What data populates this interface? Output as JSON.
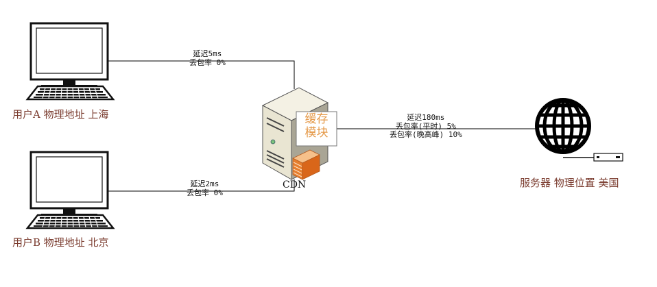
{
  "users": [
    {
      "caption": "用户A 物理地址 上海"
    },
    {
      "caption": "用户B 物理地址 北京"
    }
  ],
  "links": {
    "user_a": {
      "latency": "延迟5ms",
      "loss": "丢包率 0%"
    },
    "user_b": {
      "latency": "延迟2ms",
      "loss": "丢包率 0%"
    },
    "server": {
      "latency": "延迟180ms",
      "loss_normal": "丢包率(平时) 5%",
      "loss_peak": "丢包率(晚高峰) 10%"
    }
  },
  "cdn": {
    "cache_line1": "缓存",
    "cache_line2": "模块",
    "label": "CDN"
  },
  "server": {
    "caption": "服务器 物理位置 美国"
  },
  "colors": {
    "caption": "#7a3b2e",
    "cache": "#e59a4a",
    "line": "#000000"
  },
  "icons": [
    "computer-icon",
    "server-tower-icon",
    "globe-icon",
    "network-device-icon"
  ]
}
